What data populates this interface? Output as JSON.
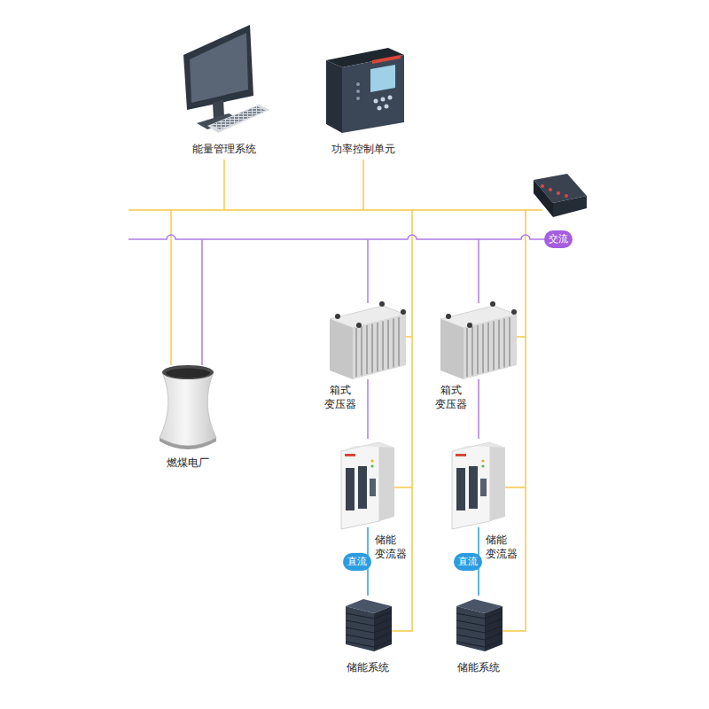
{
  "diagram": {
    "nodes": [
      {
        "text": [
          "能量管理系统"
        ]
      },
      {
        "text": [
          "功率控制单元"
        ]
      },
      {
        "text": [
          "燃煤电厂"
        ]
      },
      {
        "text": [
          "箱式 变压器"
        ]
      },
      {
        "text": [
          "储能 变流器"
        ]
      },
      {
        "text": [
          "储能系统"
        ]
      },
      {
        "text": [
          "箱式 变压器"
        ]
      },
      {
        "text": [
          "储能 变流器"
        ]
      },
      {
        "text": [
          "储能系统"
        ]
      }
    ],
    "edges": [
      {
        "from": 3,
        "to": 4,
        "arrow": "none"
      },
      {
        "from": 4,
        "to": 5,
        "label": "直流",
        "arrow": "none"
      },
      {
        "from": 6,
        "to": 7,
        "arrow": "none"
      },
      {
        "from": 7,
        "to": 8,
        "label": "直流",
        "arrow": "none"
      }
    ],
    "labels": [
      "交流"
    ]
  }
}
